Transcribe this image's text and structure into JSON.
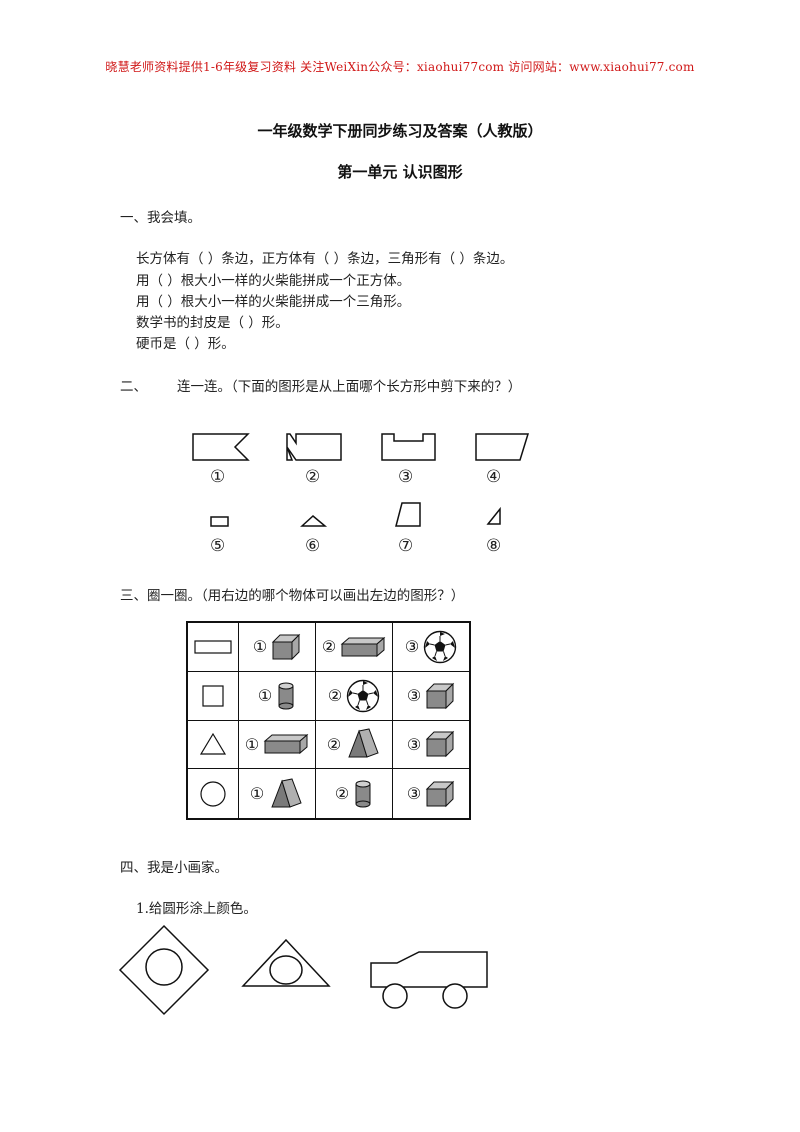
{
  "header": {
    "text": "晓慧老师资料提供1-6年级复习资料 关注WeiXin公众号：xiaohui77com  访问网站：www.xiaohui77.com"
  },
  "title": "一年级数学下册同步练习及答案（人教版）",
  "subtitle": "第一单元   认识图形",
  "section1": {
    "heading": "一、我会填。",
    "lines": [
      "长方体有（      ）条边，正方体有（      ）条边，三角形有（      ）条边。",
      "用（      ）根大小一样的火柴能拼成一个正方体。",
      "用（      ）根大小一样的火柴能拼成一个三角形。",
      "数学书的封皮是（      ）形。",
      "硬币是（      ）形。"
    ]
  },
  "section2": {
    "heading_num": "二、",
    "heading_text": "连一连。（下面的图形是从上面哪个长方形中剪下来的？）",
    "top_labels": [
      "①",
      "②",
      "③",
      "④"
    ],
    "bottom_labels": [
      "⑤",
      "⑥",
      "⑦",
      "⑧"
    ]
  },
  "section3": {
    "heading": "三、圈一圈。（用右边的哪个物体可以画出左边的图形？）",
    "option_labels": [
      "①",
      "②",
      "③"
    ]
  },
  "section4": {
    "heading": "四、我是小画家。",
    "sub1": "1.给圆形涂上颜色。"
  },
  "colors": {
    "header_red": "#d01818",
    "solid_gray": "#888888"
  }
}
